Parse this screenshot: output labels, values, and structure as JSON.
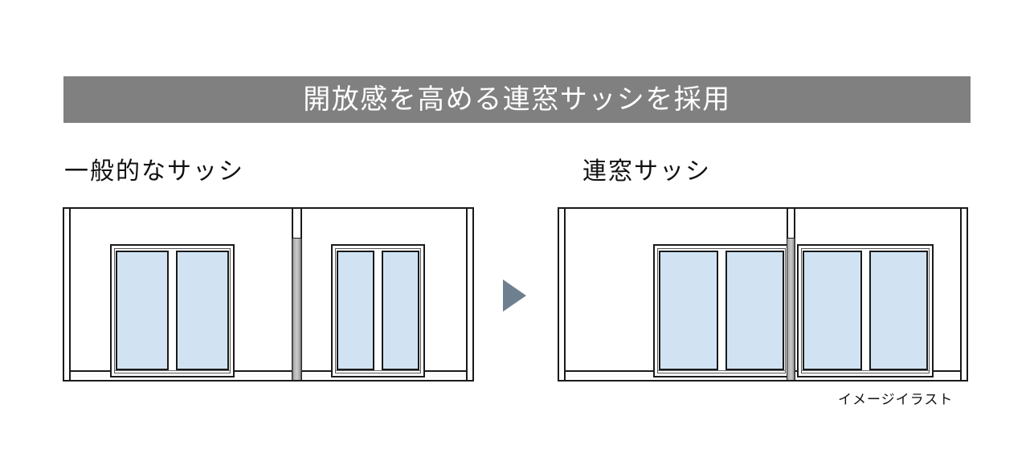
{
  "banner": {
    "title": "開放感を高める連窓サッシを採用",
    "background_color": "#808080",
    "text_color": "#ffffff"
  },
  "labels": {
    "left": "一般的なサッシ",
    "right": "連窓サッシ"
  },
  "caption": "イメージイラスト",
  "arrow": {
    "name": "right-pointing-triangle",
    "color": "#6e8090"
  },
  "colors": {
    "glass": "#d1e3f3",
    "outline": "#1a1a1a",
    "pillar_light": "#c9c9c9",
    "pillar_dark": "#2b2b2b",
    "wall": "#ffffff"
  },
  "diagrams": [
    {
      "id": "conventional-sash",
      "label": "一般的なサッシ",
      "description": "Two separate window units interrupted by a structural pillar",
      "windows": [
        {
          "id": "left-window-unit",
          "panes": 2
        },
        {
          "id": "right-window-unit",
          "panes": 2
        }
      ],
      "pillar": {
        "id": "structural-pillar",
        "spans_window": false
      }
    },
    {
      "id": "continuous-sash",
      "label": "連窓サッシ",
      "description": "A single continuous window band running past the pillar",
      "windows": [
        {
          "id": "left-window-unit",
          "panes": 2
        },
        {
          "id": "right-window-unit",
          "panes": 2
        }
      ],
      "pillar": {
        "id": "structural-pillar",
        "spans_window": true
      }
    }
  ]
}
